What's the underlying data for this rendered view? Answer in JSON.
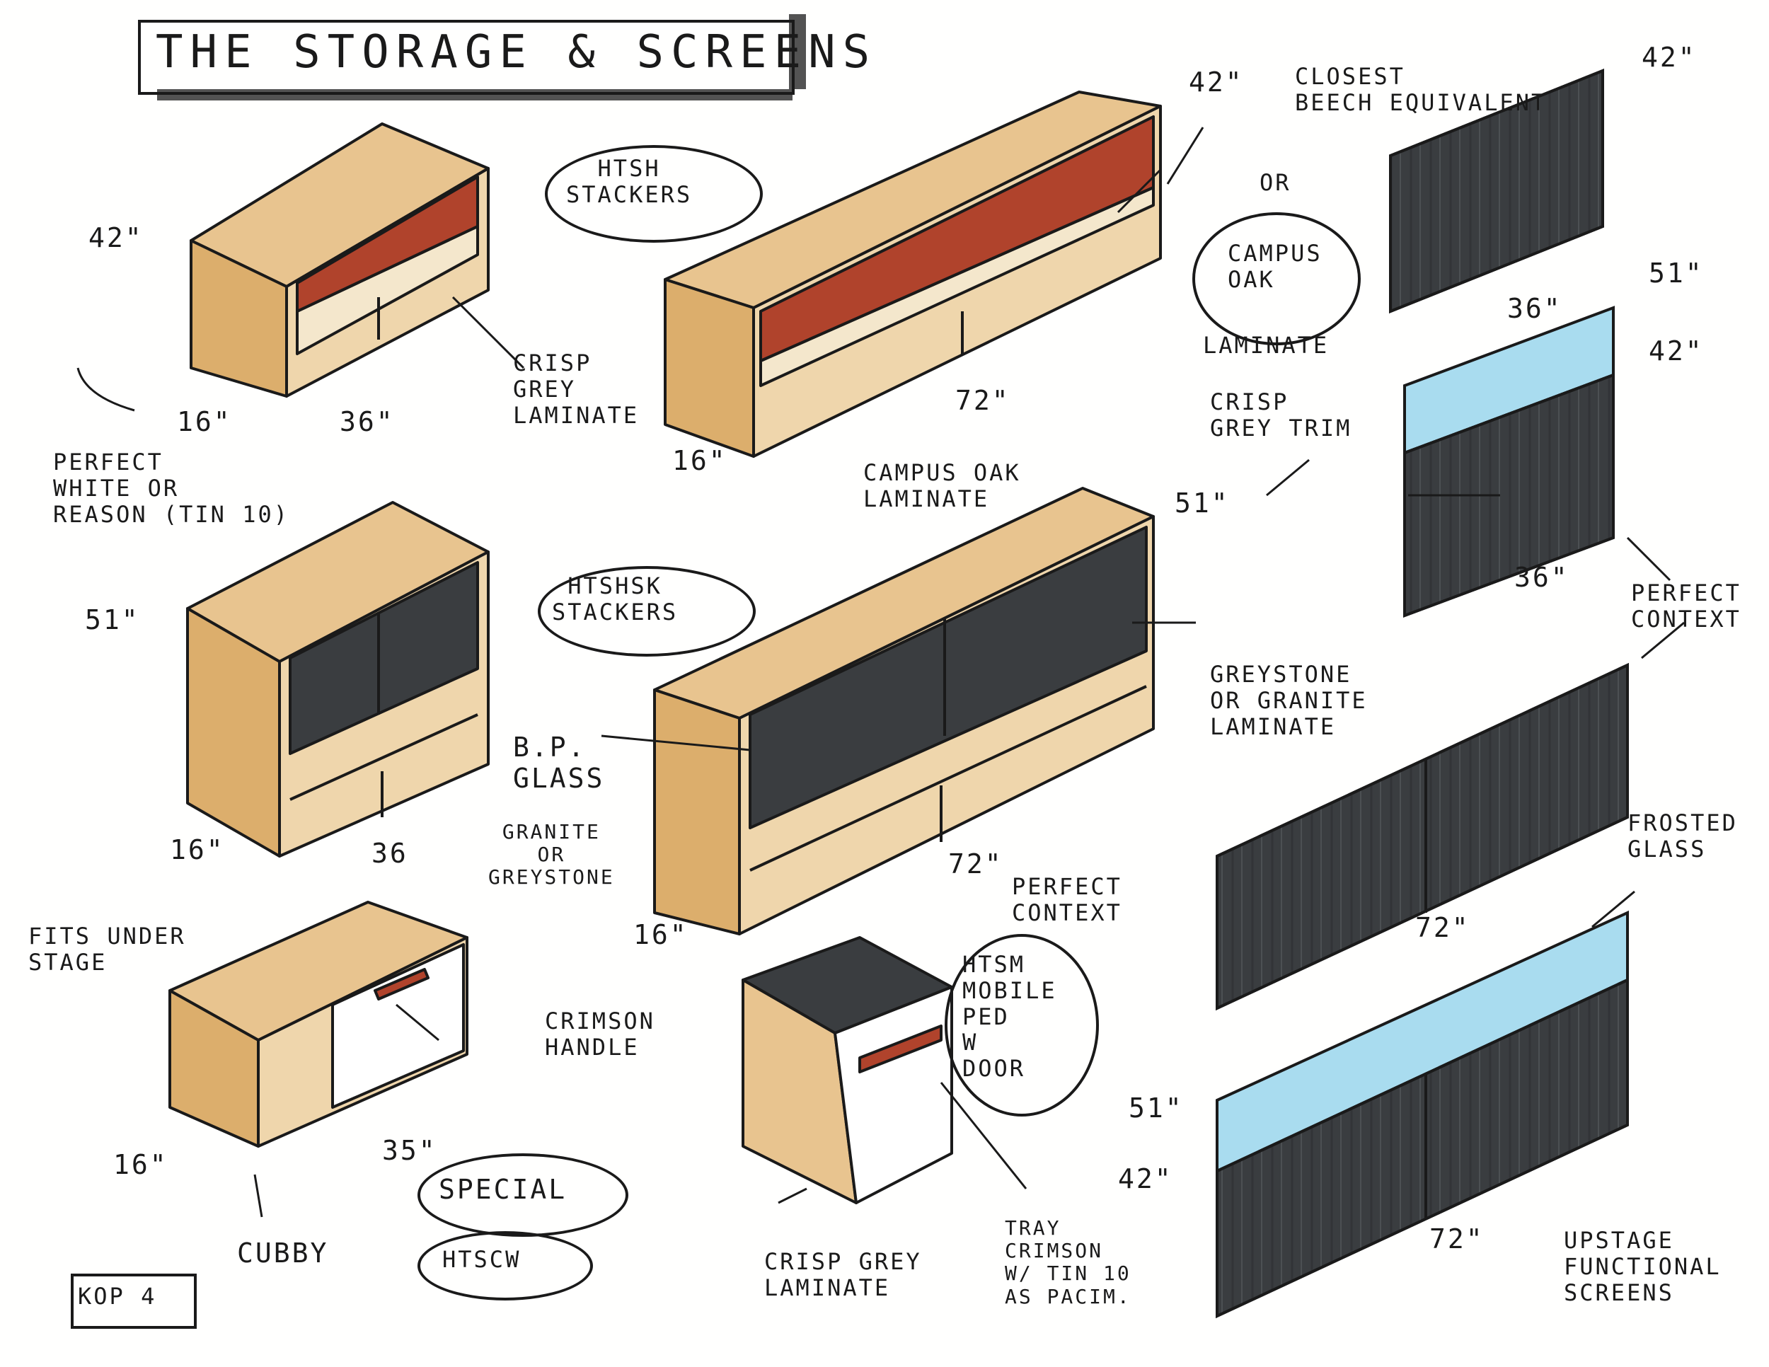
{
  "title": "THE STORAGE & SCREENS",
  "sheet_id": "KOP 4",
  "colors": {
    "wood": "#e8c48f",
    "wood_dark": "#c9995a",
    "crimson": "#b0432c",
    "charcoal": "#3a3d40",
    "frost": "#a9dcef",
    "ink": "#1a1a1a"
  },
  "labels": {
    "htsh_stackers": "HTSH\nSTACKERS",
    "htshsk_stackers": "HTSHSK\nSTACKERS",
    "closest_beech": "CLOSEST\nBEECH EQUIVALENT",
    "or": "OR",
    "campus_oak": "CAMPUS\nOAK",
    "laminate": "LAMINATE",
    "crisp_grey_laminate_1": "CRISP\nGREY\nLAMINATE",
    "perfect_white": "PERFECT\nWHITE OR\nREASON (TIN 10)",
    "crisp_grey_trim": "CRISP\nGREY TRIM",
    "perfect_context_1": "PERFECT\nCONTEXT",
    "campus_oak_laminate": "CAMPUS OAK\nLAMINATE",
    "greystone_granite": "GREYSTONE\nOR GRANITE\nLAMINATE",
    "bp_glass": "B.P.\nGLASS",
    "granite_or_greystone": "GRANITE\nOR\nGREYSTONE",
    "perfect_context_2": "PERFECT\nCONTEXT",
    "frosted_glass": "FROSTED\nGLASS",
    "fits_under_stage": "FITS UNDER\nSTAGE",
    "crimson_handle": "CRIMSON\nHANDLE",
    "special": "SPECIAL",
    "cubby": "CUBBY",
    "htscw": "HTSCW",
    "htsm_mobile": "HTSM\nMOBILE\nPED\nW\nDOOR",
    "crisp_grey_laminate_2": "CRISP GREY\nLAMINATE",
    "tray_crimson": "TRAY\nCRIMSON\nW/ TIN 10\nAS PACIM.",
    "upstage_screens": "UPSTAGE\nFUNCTIONAL\nSCREENS"
  },
  "dims": {
    "d42_a": "42\"",
    "d16_a": "16\"",
    "d36_a": "36\"",
    "d42_b": "42\"",
    "d16_b": "16\"",
    "d72_a": "72\"",
    "d42_c": "42\"",
    "d36_c": "36\"",
    "d51_c": "51\"",
    "d42_d": "42\"",
    "d36_d": "36\"",
    "d51_a": "51\"",
    "d16_e": "16\"",
    "d36_e": "36",
    "d51_b": "51\"",
    "d16_f": "16\"",
    "d72_f": "72\"",
    "d72_g": "72\"",
    "d16_h": "16\"",
    "d35_h": "35\"",
    "d51_g": "51\"",
    "d42_g": "42\"",
    "d72_i": "72\""
  }
}
